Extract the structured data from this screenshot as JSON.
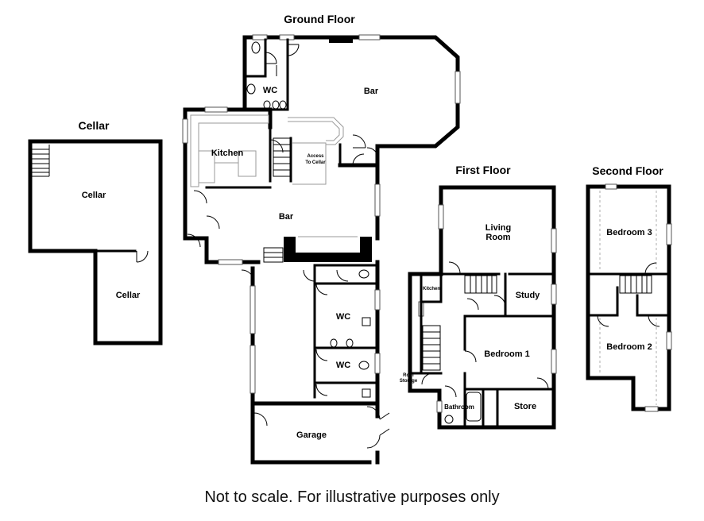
{
  "floors": {
    "cellar": "Cellar",
    "ground": "Ground Floor",
    "first": "First Floor",
    "second": "Second Floor"
  },
  "rooms": {
    "cellar_main": "Cellar",
    "cellar_small": "Cellar",
    "bar_upper": "Bar",
    "wc_upper": "WC",
    "kitchen_ground": "Kitchen",
    "access_cellar_1": "Access",
    "access_cellar_2": "To Cellar",
    "bar_lower": "Bar",
    "wc_mid": "WC",
    "wc_lower": "WC",
    "garage": "Garage",
    "living_room_1": "Living",
    "living_room_2": "Room",
    "kitchen_first": "Kitchen",
    "study": "Study",
    "bedroom_1": "Bedroom 1",
    "roof_storage_1": "Roof",
    "roof_storage_2": "Storage",
    "bathroom": "Bathroom",
    "store": "Store",
    "bedroom_3": "Bedroom 3",
    "bedroom_2": "Bedroom 2"
  },
  "disclaimer": "Not to scale. For illustrative purposes only"
}
